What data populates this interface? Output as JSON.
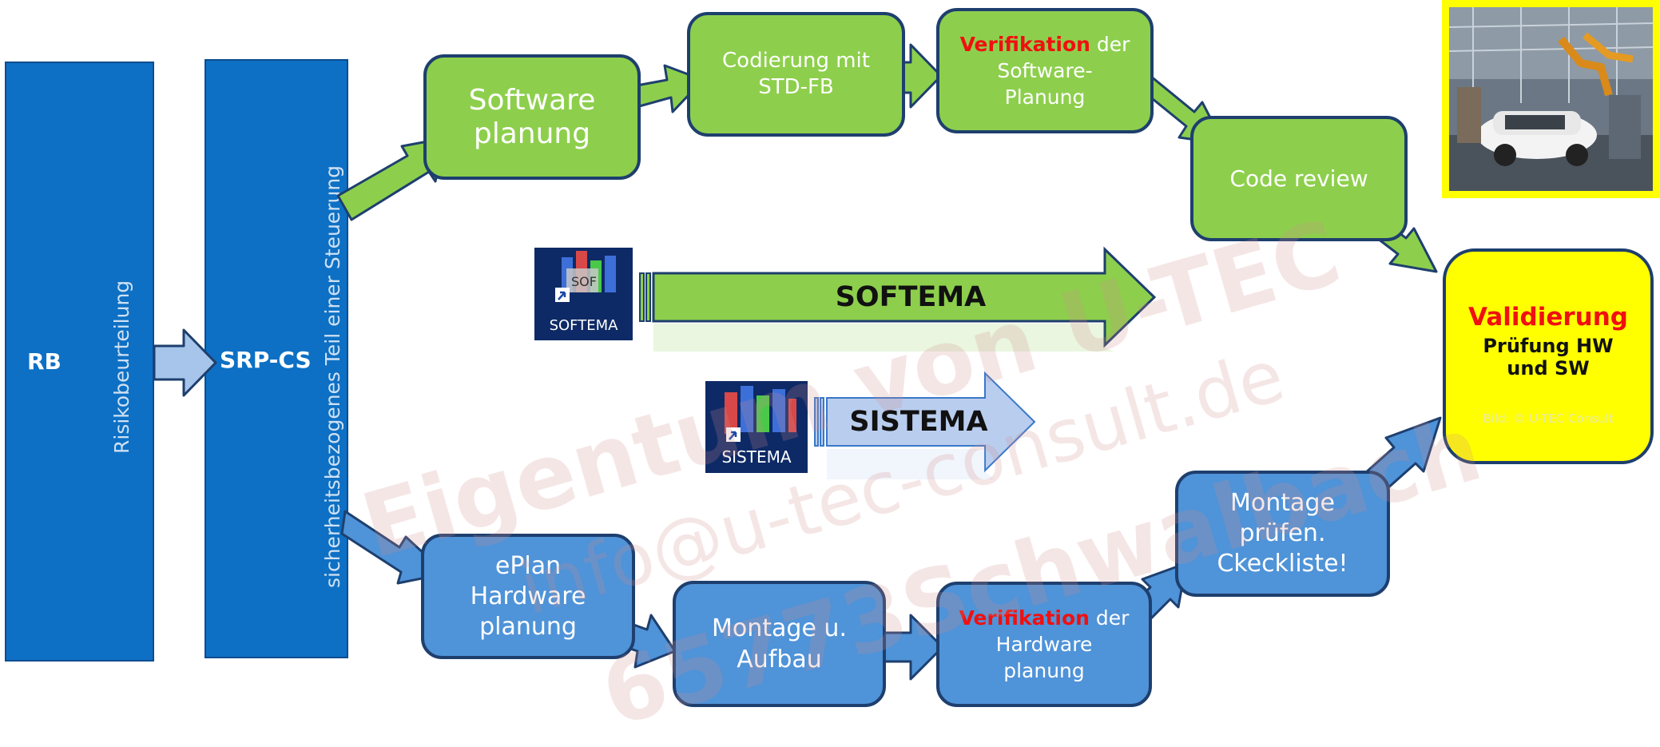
{
  "left": {
    "rb_label": "RB",
    "rb_vertical": "Risikobeurteilung",
    "srp_label": "SRP-CS",
    "srp_vertical": "sicherheitsbezogenes Teil einer Steuerung"
  },
  "software_path": {
    "planung": [
      "Software",
      "planung"
    ],
    "codierung": [
      "Codierung mit",
      "STD-FB"
    ],
    "verifikation": {
      "highlight": "Verifikation",
      "rest1": " der",
      "rest2": "Software-",
      "rest3": "Planung"
    },
    "review": "Code review"
  },
  "hardware_path": {
    "eplan": [
      "ePlan",
      "Hardware",
      "planung"
    ],
    "montage": [
      "Montage u.",
      "Aufbau"
    ],
    "verifikation": {
      "highlight": "Verifikation",
      "rest1": " der",
      "rest2": "Hardware",
      "rest3": "planung"
    },
    "pruefen": [
      "Montage",
      "prüfen.",
      "Ckeckliste!"
    ]
  },
  "tools": {
    "softema_icon_caption": "SOFTEMA",
    "softema_arrow": "SOFTEMA",
    "sistema_icon_caption": "SISTEMA",
    "sistema_arrow": "SISTEMA"
  },
  "validierung": {
    "title": "Validierung",
    "line1": "Prüfung HW",
    "line2": "und SW",
    "credit": "Bild: © U-TEC Consult"
  },
  "watermark": {
    "line1": "Eigentum von U-TEC",
    "line2": "info@u-tec-consult.de",
    "line3": "65773Schwalbach"
  },
  "colors": {
    "green": "#8dcf4c",
    "blue": "#4f93d8",
    "dark_blue": "#0d70c4",
    "outline": "#1e3f6e",
    "highlight_red": "#f01010",
    "yellow": "#ffff00"
  }
}
